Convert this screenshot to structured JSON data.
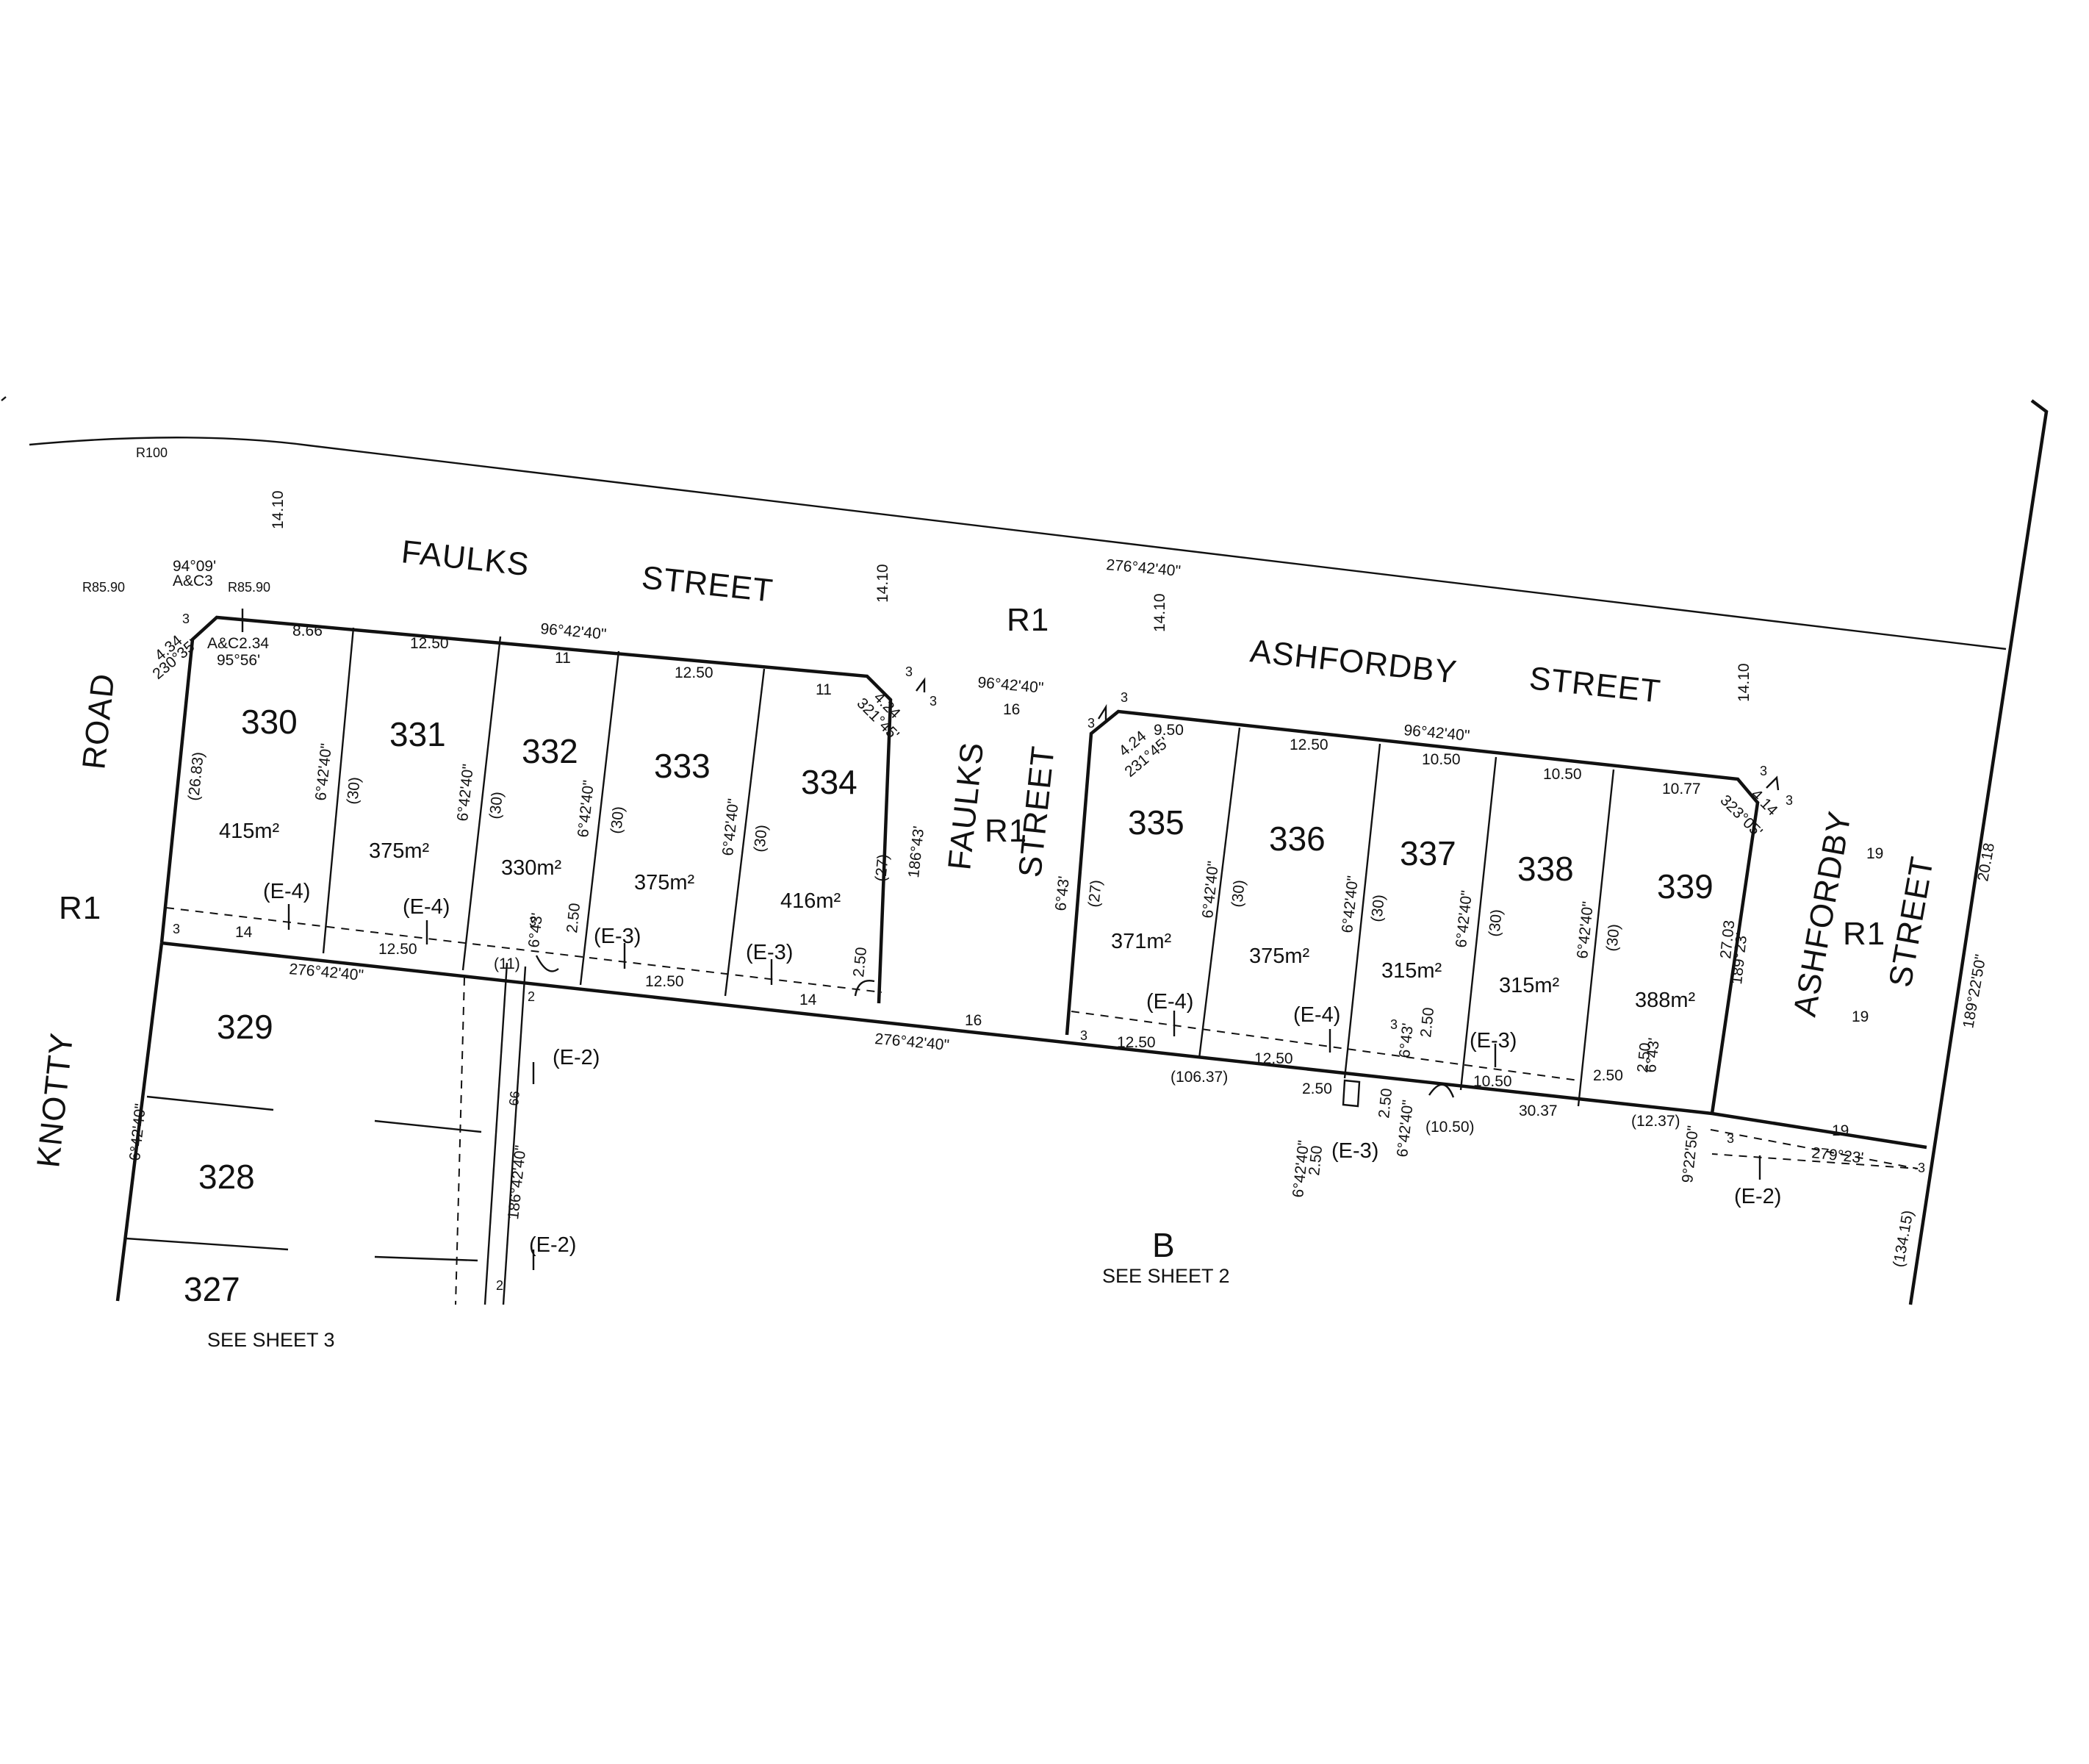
{
  "streets": {
    "faulks_top": [
      "FAULKS",
      "STREET"
    ],
    "faulks_vertical": [
      "FAULKS",
      "STREET"
    ],
    "ashfordby_top": [
      "ASHFORDBY",
      "STREET"
    ],
    "ashfordby_right": [
      "ASHFORDBY",
      "STREET"
    ],
    "knotty_road": [
      "ROAD",
      "KNOTTY"
    ],
    "reserve_code": "R1"
  },
  "lots": [
    {
      "number": "330",
      "area": "415m²"
    },
    {
      "number": "331",
      "area": "375m²"
    },
    {
      "number": "332",
      "area": "330m²"
    },
    {
      "number": "333",
      "area": "375m²"
    },
    {
      "number": "334",
      "area": "416m²"
    },
    {
      "number": "335",
      "area": "371m²"
    },
    {
      "number": "336",
      "area": "375m²"
    },
    {
      "number": "337",
      "area": "315m²"
    },
    {
      "number": "338",
      "area": "315m²"
    },
    {
      "number": "339",
      "area": "388m²"
    }
  ],
  "adjacent_lots": [
    "329",
    "328",
    "327"
  ],
  "easements": {
    "e4": "(E-4)",
    "e3": "(E-3)",
    "e2": "(E-2)"
  },
  "bearings": {
    "b96": "96°42'40\"",
    "b276": "276°42'40\"",
    "b276_road": "276°42'40\"",
    "b6": "6°42'40\"",
    "b186": "186°42'40\"",
    "b6_43": "6°43'",
    "b186_43": "186°43'",
    "b189_23": "189°23'",
    "b279_23": "279°23'",
    "b9_22": "9°22'50\"",
    "b189_22": "189°22'50\"",
    "b94": "94°09'",
    "b95": "95°56'",
    "b231": "231°45'",
    "b321": "321°45'",
    "b323": "323°05'",
    "b230": "230°35'"
  },
  "distances": {
    "d866": "8.66",
    "d1250": "12.50",
    "d11": "11",
    "d950": "9.50",
    "d1050": "10.50",
    "d1077": "10.77",
    "d14": "14",
    "d16": "16",
    "d3": "3",
    "d2": "2",
    "d250": "2.50",
    "d19": "19",
    "d1410": "14.10",
    "d3037": "30.37",
    "d2703": "27.03",
    "d2018": "20.18",
    "d424": "4.24",
    "d414": "4.14",
    "d434": "4.34",
    "d10637": "(106.37)",
    "d1237": "(12.37)",
    "d1050b": "(10.50)",
    "d11b": "(11)",
    "d13415": "(134.15)",
    "d2683": "(26.83)",
    "d30": "(30)",
    "d27": "(27)",
    "d66": "66",
    "r100": "R100",
    "r8590": "R85.90",
    "ac3": "A&C3",
    "ac234": "A&C2.34"
  },
  "labels": {
    "b": "B",
    "sheet2": "SEE SHEET 2",
    "sheet3": "SEE SHEET 3"
  }
}
